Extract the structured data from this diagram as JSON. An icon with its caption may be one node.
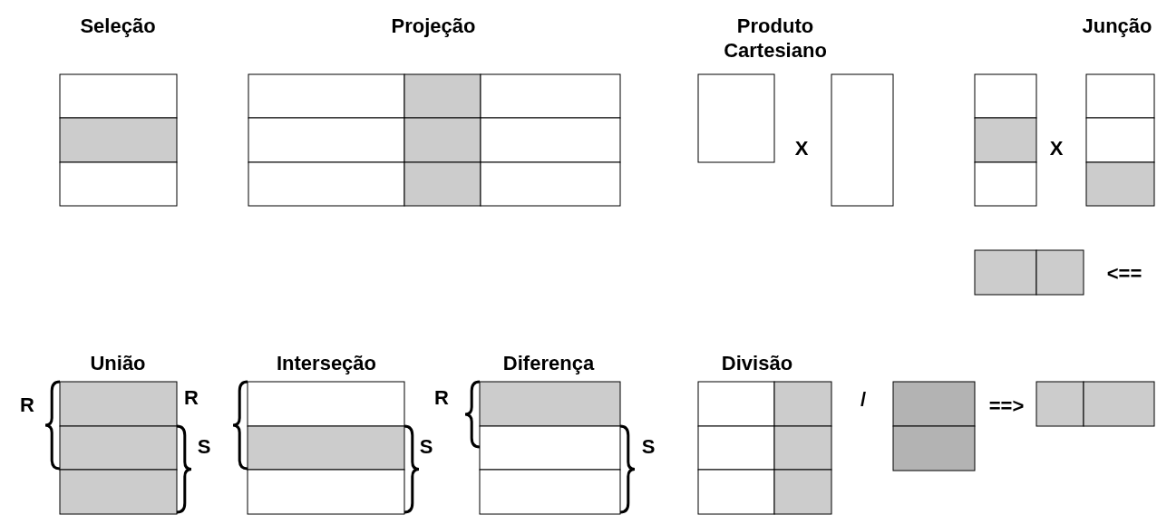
{
  "diagram": {
    "labels": [
      "Seleção",
      "Projeção",
      "Produto Cartesiano",
      "Junção",
      "X",
      "X",
      "<==",
      "União",
      "Interseção",
      "Diferença",
      "Divisão",
      "R",
      "R",
      "R",
      "/",
      "==>",
      "S",
      "S",
      "S"
    ]
  }
}
